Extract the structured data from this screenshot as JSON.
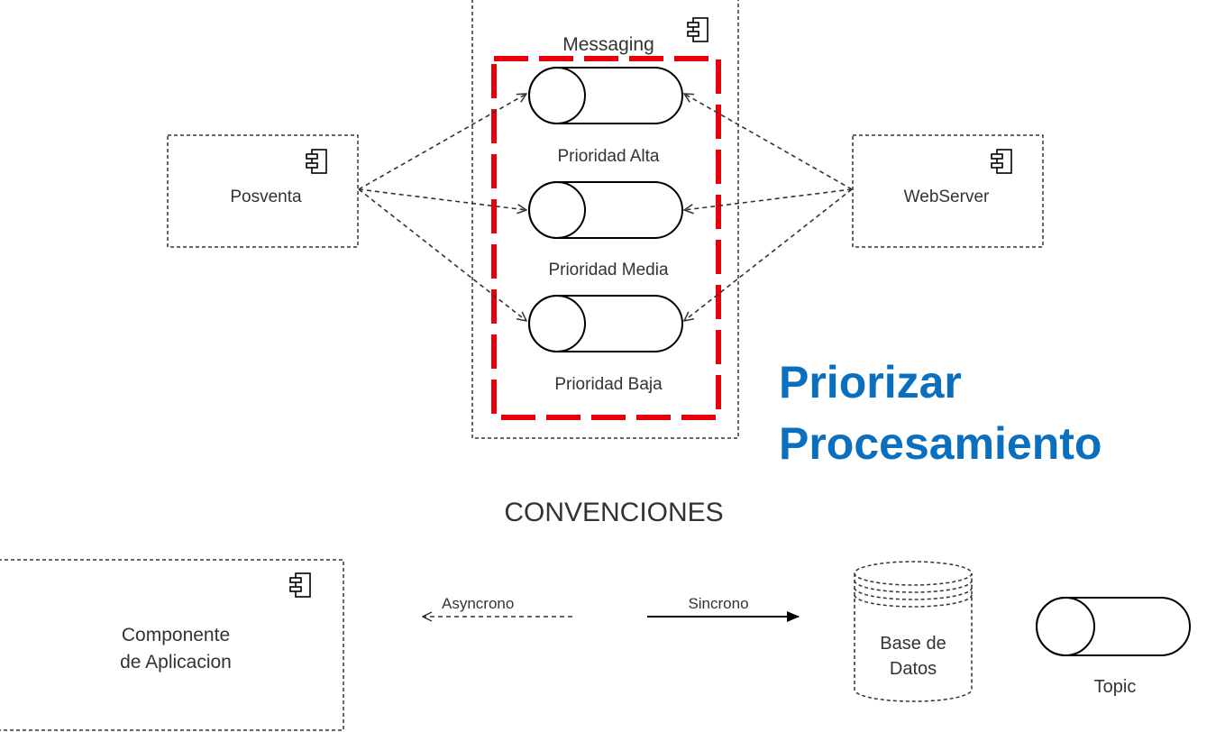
{
  "diagram": {
    "containers": {
      "messaging": "Messaging"
    },
    "components": {
      "posventa": "Posventa",
      "webserver": "WebServer"
    },
    "topics": {
      "alta": "Prioridad Alta",
      "media": "Prioridad Media",
      "baja": "Prioridad Baja"
    },
    "headline": {
      "line1": "Priorizar",
      "line2": "Procesamiento"
    },
    "legend": {
      "title": "CONVENCIONES",
      "component_line1": "Componente",
      "component_line2": "de Aplicacion",
      "async_label": "Asyncrono",
      "sync_label": "Sincrono",
      "database_line1": "Base de",
      "database_line2": "Datos",
      "topic_label": "Topic"
    }
  },
  "colors": {
    "line": "#333333",
    "highlight": "#e8000b",
    "headline": "#0b6fbf"
  }
}
